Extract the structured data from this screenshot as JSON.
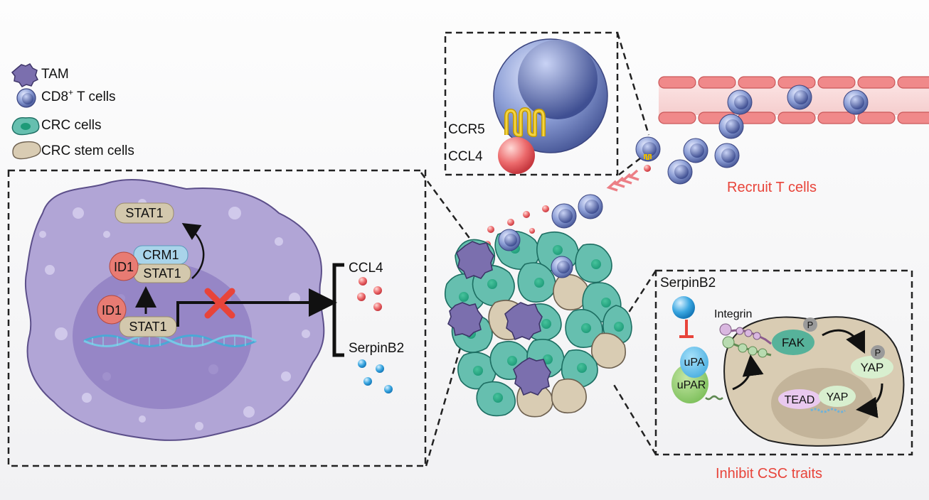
{
  "legend": {
    "tam": "TAM",
    "cd8_prefix": "CD8",
    "cd8_sup": "+",
    "cd8_suffix": " T cells",
    "crc": "CRC cells",
    "crc_stem": "CRC stem cells"
  },
  "tam_panel": {
    "stat1_top": "STAT1",
    "crm1": "CRM1",
    "id1_mid": "ID1",
    "stat1_mid": "STAT1",
    "id1_low": "ID1",
    "stat1_low": "STAT1",
    "ccl4": "CCL4",
    "serpinb2": "SerpinB2"
  },
  "tcell_panel": {
    "ccr5": "CCR5",
    "ccl4": "CCL4"
  },
  "recruit_label": "Recruit T cells",
  "csc_panel": {
    "serpinb2": "SerpinB2",
    "integrin": "Integrin",
    "fak": "FAK",
    "p1": "P",
    "p2": "P",
    "yap_top": "YAP",
    "tead": "TEAD",
    "yap_nuc": "YAP",
    "upa": "uPA",
    "upar": "uPAR"
  },
  "inhibit_label": "Inhibit CSC traits",
  "colors": {
    "red_label": "#e8443a",
    "tcell": "#8d9fd6",
    "crc": "#5fb9a7",
    "stem": "#d9ccb3",
    "tam": "#b1a5d6"
  }
}
